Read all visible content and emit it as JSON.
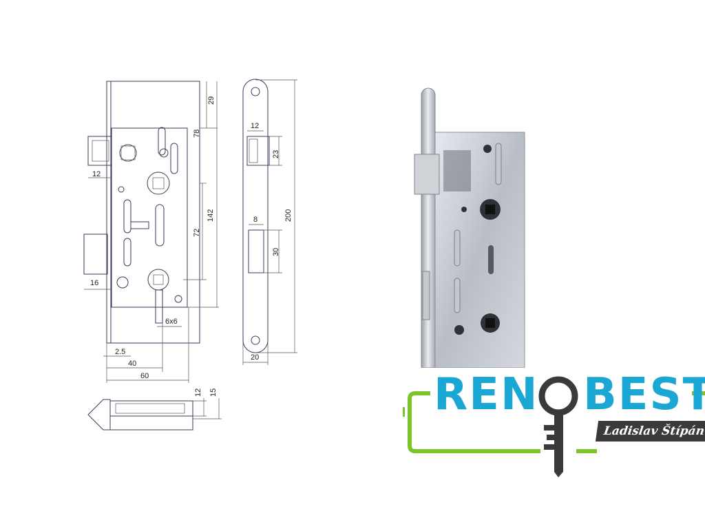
{
  "drawing": {
    "front_view": {
      "dim_backset_bolt": "12",
      "dim_latch": "16",
      "dim_faceplate": "2.5",
      "dim_backset": "40",
      "dim_case_width": "60",
      "dim_spindle": "6x6",
      "dim_top": "29",
      "dim_upper": "78",
      "dim_case_height": "142",
      "dim_lower": "72"
    },
    "side_view": {
      "dim_bolt_width": "12",
      "dim_bolt_height": "23",
      "dim_latch_width": "8",
      "dim_latch_height": "30",
      "dim_plate_height": "200",
      "dim_plate_width": "20"
    },
    "bottom_view": {
      "dim_depth_inner": "12",
      "dim_depth_outer": "15"
    }
  },
  "brand": {
    "name_left": "REN",
    "name_right": "BEST",
    "subtitle": "Ladislav Štípán",
    "colors": {
      "blue": "#1aa7d4",
      "green": "#7dc42a",
      "dark": "#3a3a3a"
    }
  }
}
